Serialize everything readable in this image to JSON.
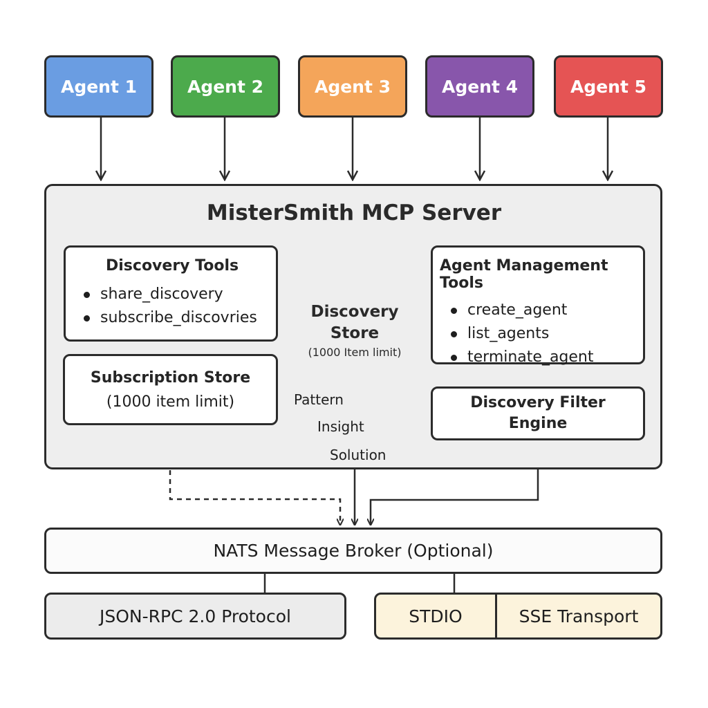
{
  "agents": [
    {
      "label": "Agent 1",
      "color": "#6a9de2"
    },
    {
      "label": "Agent 2",
      "color": "#4caa4c"
    },
    {
      "label": "Agent 3",
      "color": "#f4a55a"
    },
    {
      "label": "Agent 4",
      "color": "#8856ab"
    },
    {
      "label": "Agent 5",
      "color": "#e55454"
    }
  ],
  "server": {
    "title": "MisterSmith MCP Server",
    "discovery_tools": {
      "title": "Discovery Tools",
      "items": [
        "share_discovery",
        "subscribe_discovries"
      ]
    },
    "discovery_store": {
      "title_line1": "Discovery",
      "title_line2": "Store",
      "limit": "(1000 Item limit)",
      "fill_color": "#d2d2d2"
    },
    "agent_management_tools": {
      "title": "Agent Management Tools",
      "items": [
        "create_agent",
        "list_agents",
        "terminate_agent"
      ]
    },
    "subscription_store": {
      "title": "Subscription Store",
      "limit": "(1000 item limit)"
    },
    "discovery_filter_engine": {
      "title_line1": "Discovery Filter",
      "title_line2": "Engine"
    },
    "flow_labels": {
      "pattern": "Pattern",
      "insight": "Insight",
      "solution": "Solution"
    }
  },
  "nats_broker": {
    "label": "NATS Message Broker (Optional)"
  },
  "protocol": {
    "label": "JSON-RPC 2.0 Protocol"
  },
  "transports": {
    "stdio": "STDIO",
    "sse": "SSE Transport"
  }
}
